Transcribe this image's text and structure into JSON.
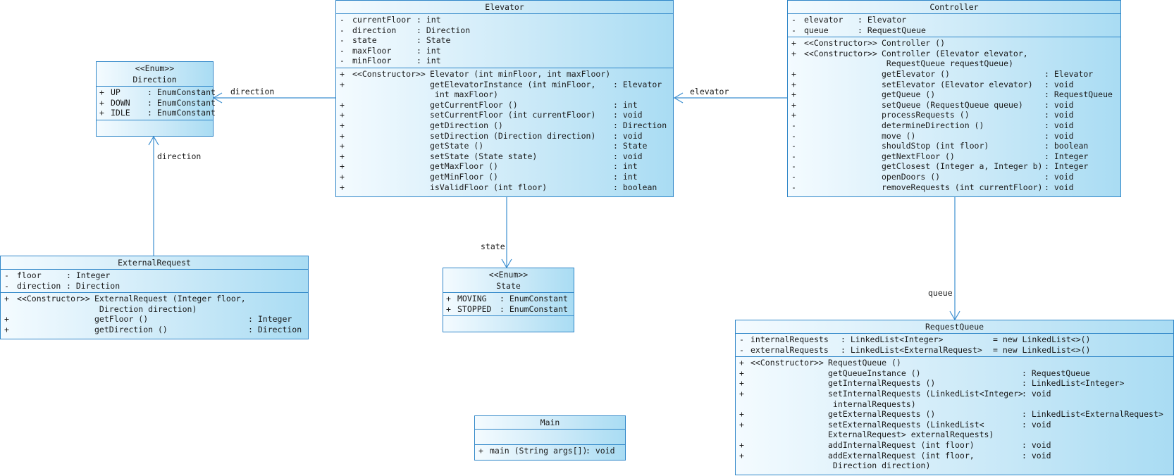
{
  "colors": {
    "border": "#2f86c8",
    "fill_light": "#f4fbff",
    "fill_dark": "#a9dcf3",
    "line": "#3c8fd0"
  },
  "labels": {
    "elevator_direction": "direction",
    "request_direction": "direction",
    "controller_elevator": "elevator",
    "elevator_state": "state",
    "controller_queue": "queue"
  },
  "direction": {
    "stereotype": "<<Enum>>",
    "name": "Direction",
    "attrs": [
      {
        "vis": "+",
        "name": "UP",
        "type": ": EnumConstant"
      },
      {
        "vis": "+",
        "name": "DOWN",
        "type": ": EnumConstant"
      },
      {
        "vis": "+",
        "name": "IDLE",
        "type": ": EnumConstant"
      }
    ]
  },
  "state": {
    "stereotype": "<<Enum>>",
    "name": "State",
    "attrs": [
      {
        "vis": "+",
        "name": "MOVING",
        "type": ": EnumConstant"
      },
      {
        "vis": "+",
        "name": "STOPPED",
        "type": ": EnumConstant"
      }
    ]
  },
  "main": {
    "name": "Main",
    "ops": [
      {
        "vis": "+",
        "name": "main (String args[])",
        "type": ": void"
      }
    ]
  },
  "elevator": {
    "name": "Elevator",
    "attrs": [
      {
        "vis": "-",
        "name": "currentFloor",
        "type": ": int"
      },
      {
        "vis": "-",
        "name": "direction",
        "type": ": Direction"
      },
      {
        "vis": "-",
        "name": "state",
        "type": ": State"
      },
      {
        "vis": "-",
        "name": "maxFloor",
        "type": ": int"
      },
      {
        "vis": "-",
        "name": "minFloor",
        "type": ": int"
      }
    ],
    "ops": [
      {
        "vis": "+",
        "stereo": "<<Constructor>>",
        "name": "Elevator (int minFloor, int maxFloor)",
        "type": ""
      },
      {
        "vis": "+",
        "stereo": "",
        "name": "getElevatorInstance (int minFloor,",
        "type": ": Elevator"
      },
      {
        "vis": "",
        "stereo": "",
        "name": " int maxFloor)",
        "type": ""
      },
      {
        "vis": "+",
        "stereo": "",
        "name": "getCurrentFloor ()",
        "type": ": int"
      },
      {
        "vis": "+",
        "stereo": "",
        "name": "setCurrentFloor (int currentFloor)",
        "type": ": void"
      },
      {
        "vis": "+",
        "stereo": "",
        "name": "getDirection ()",
        "type": ": Direction"
      },
      {
        "vis": "+",
        "stereo": "",
        "name": "setDirection (Direction direction)",
        "type": ": void"
      },
      {
        "vis": "+",
        "stereo": "",
        "name": "getState ()",
        "type": ": State"
      },
      {
        "vis": "+",
        "stereo": "",
        "name": "setState (State state)",
        "type": ": void"
      },
      {
        "vis": "+",
        "stereo": "",
        "name": "getMaxFloor ()",
        "type": ": int"
      },
      {
        "vis": "+",
        "stereo": "",
        "name": "getMinFloor ()",
        "type": ": int"
      },
      {
        "vis": "+",
        "stereo": "",
        "name": "isValidFloor (int floor)",
        "type": ": boolean"
      }
    ]
  },
  "controller": {
    "name": "Controller",
    "attrs": [
      {
        "vis": "-",
        "name": "elevator",
        "type": ": Elevator"
      },
      {
        "vis": "-",
        "name": "queue",
        "type": ": RequestQueue"
      }
    ],
    "ops": [
      {
        "vis": "+",
        "stereo": "<<Constructor>>",
        "name": "Controller ()",
        "type": ""
      },
      {
        "vis": "+",
        "stereo": "<<Constructor>>",
        "name": "Controller (Elevator elevator,",
        "type": ""
      },
      {
        "vis": "",
        "stereo": "",
        "name": " RequestQueue requestQueue)",
        "type": ""
      },
      {
        "vis": "+",
        "stereo": "",
        "name": "getElevator ()",
        "type": ": Elevator"
      },
      {
        "vis": "+",
        "stereo": "",
        "name": "setElevator (Elevator elevator)",
        "type": ": void"
      },
      {
        "vis": "+",
        "stereo": "",
        "name": "getQueue ()",
        "type": ": RequestQueue"
      },
      {
        "vis": "+",
        "stereo": "",
        "name": "setQueue (RequestQueue queue)",
        "type": ": void"
      },
      {
        "vis": "+",
        "stereo": "",
        "name": "processRequests ()",
        "type": ": void"
      },
      {
        "vis": "-",
        "stereo": "",
        "name": "determineDirection ()",
        "type": ": void"
      },
      {
        "vis": "-",
        "stereo": "",
        "name": "move ()",
        "type": ": void"
      },
      {
        "vis": "-",
        "stereo": "",
        "name": "shouldStop (int floor)",
        "type": ": boolean"
      },
      {
        "vis": "-",
        "stereo": "",
        "name": "getNextFloor ()",
        "type": ": Integer"
      },
      {
        "vis": "-",
        "stereo": "",
        "name": "getClosest (Integer a, Integer b)",
        "type": ": Integer"
      },
      {
        "vis": "-",
        "stereo": "",
        "name": "openDoors ()",
        "type": ": void"
      },
      {
        "vis": "-",
        "stereo": "",
        "name": "removeRequests (int currentFloor)",
        "type": ": void"
      }
    ]
  },
  "external_request": {
    "name": "ExternalRequest",
    "attrs": [
      {
        "vis": "-",
        "name": "floor",
        "type": ": Integer"
      },
      {
        "vis": "-",
        "name": "direction",
        "type": ": Direction"
      }
    ],
    "ops": [
      {
        "vis": "+",
        "stereo": "<<Constructor>>",
        "name": "ExternalRequest (Integer floor,",
        "type": ""
      },
      {
        "vis": "",
        "stereo": "",
        "name": " Direction direction)",
        "type": ""
      },
      {
        "vis": "+",
        "stereo": "",
        "name": "getFloor ()",
        "type": ": Integer"
      },
      {
        "vis": "+",
        "stereo": "",
        "name": "getDirection ()",
        "type": ": Direction"
      }
    ]
  },
  "request_queue": {
    "name": "RequestQueue",
    "attrs": [
      {
        "vis": "-",
        "name": "internalRequests",
        "type": ": LinkedList<Integer>",
        "init": "= new LinkedList<>()"
      },
      {
        "vis": "-",
        "name": "externalRequests",
        "type": ": LinkedList<ExternalRequest>",
        "init": "= new LinkedList<>()"
      }
    ],
    "ops": [
      {
        "vis": "+",
        "stereo": "<<Constructor>>",
        "name": "RequestQueue ()",
        "type": ""
      },
      {
        "vis": "+",
        "stereo": "",
        "name": "getQueueInstance ()",
        "type": ": RequestQueue"
      },
      {
        "vis": "+",
        "stereo": "",
        "name": "getInternalRequests ()",
        "type": ": LinkedList<Integer>"
      },
      {
        "vis": "+",
        "stereo": "",
        "name": "setInternalRequests (LinkedList<Integer>",
        "type": ": void"
      },
      {
        "vis": "",
        "stereo": "",
        "name": " internalRequests)",
        "type": ""
      },
      {
        "vis": "+",
        "stereo": "",
        "name": "getExternalRequests ()",
        "type": ": LinkedList<ExternalRequest>"
      },
      {
        "vis": "+",
        "stereo": "",
        "name": "setExternalRequests (LinkedList<",
        "type": ": void"
      },
      {
        "vis": "",
        "stereo": "",
        "name": "ExternalRequest> externalRequests)",
        "type": ""
      },
      {
        "vis": "+",
        "stereo": "",
        "name": "addInternalRequest (int floor)",
        "type": ": void"
      },
      {
        "vis": "+",
        "stereo": "",
        "name": "addExternalRequest (int floor,",
        "type": ": void"
      },
      {
        "vis": "",
        "stereo": "",
        "name": " Direction direction)",
        "type": ""
      }
    ]
  }
}
